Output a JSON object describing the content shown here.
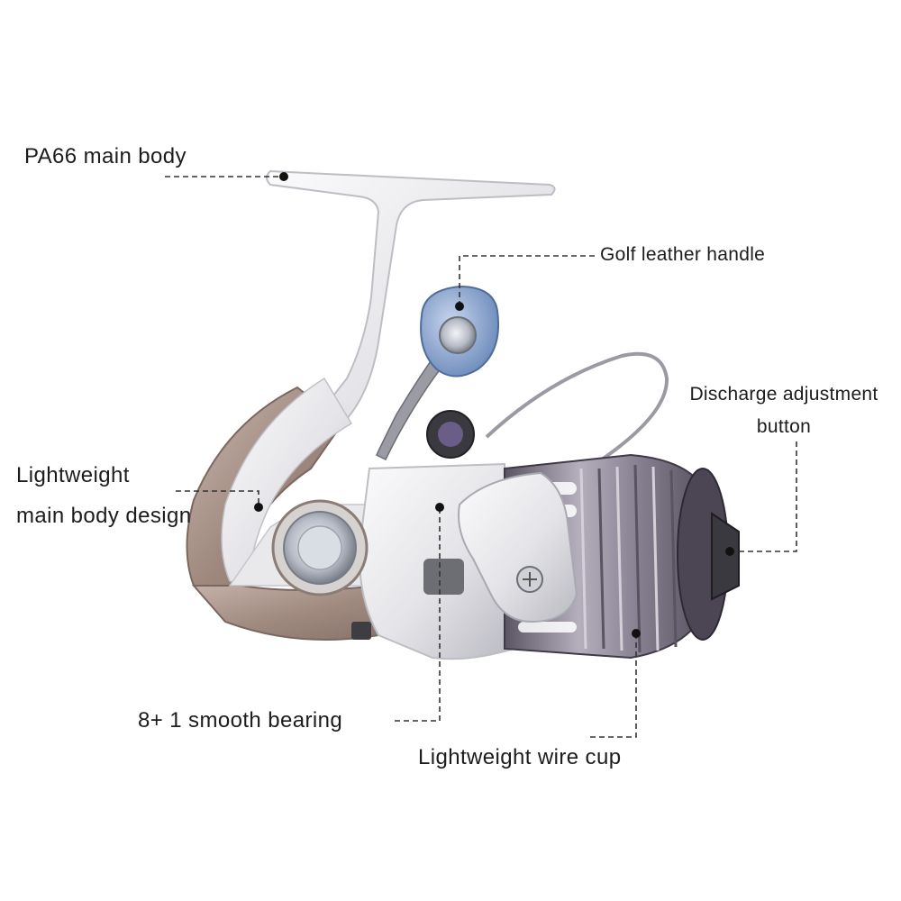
{
  "labels": {
    "pa66": "PA66 main body",
    "golf_handle": "Golf leather handle",
    "discharge_line1": "Discharge adjustment",
    "discharge_line2": "button",
    "lightweight_line1": "Lightweight",
    "lightweight_line2": "main body design",
    "bearing": "8+ 1 smooth bearing",
    "wire_cup": "Lightweight wire cup"
  },
  "colors": {
    "text": "#1c1c1c",
    "leader": "#333333",
    "body_silver": "#e9e9ec",
    "body_shadow": "#c9c9cf",
    "accent_bronze": "#a48f86",
    "spool_dark": "#6f6878",
    "spool_light": "#a9a3b1",
    "knob_blue": "#7f9cc9",
    "knob_cap": "#3b3940"
  }
}
